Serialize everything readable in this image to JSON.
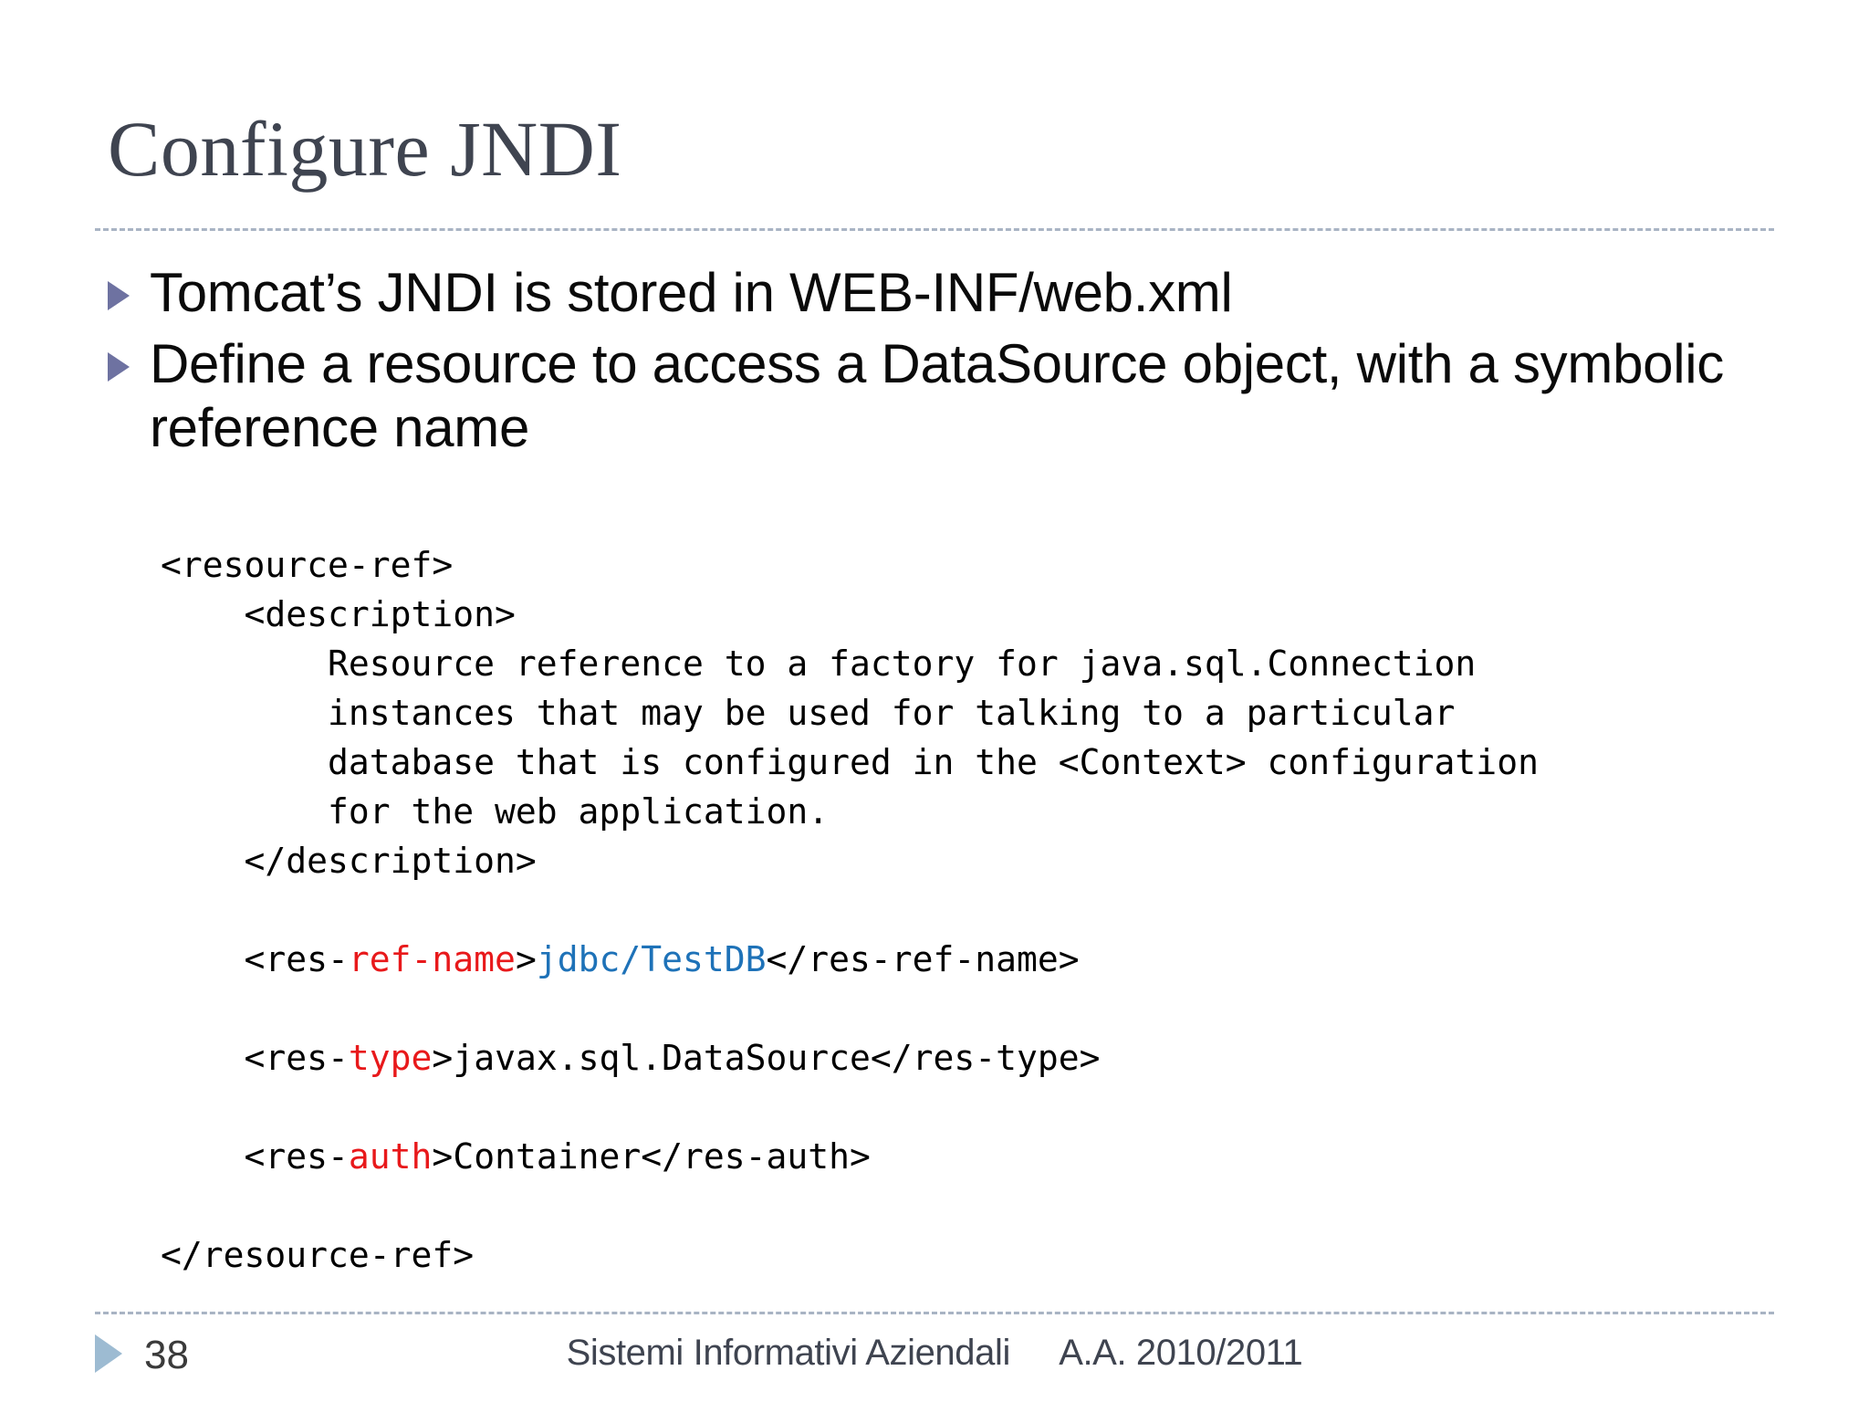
{
  "slide": {
    "title": "Configure JNDI",
    "bullets": [
      "Tomcat’s JNDI is stored in WEB-INF/web.xml",
      "Define a resource to access a DataSource object, with a symbolic reference name"
    ],
    "code_lines": [
      {
        "kind": "plain",
        "text": "<resource-ref>"
      },
      {
        "kind": "plain",
        "text": "    <description>"
      },
      {
        "kind": "plain",
        "text": "        Resource reference to a factory for java.sql.Connection"
      },
      {
        "kind": "plain",
        "text": "        instances that may be used for talking to a particular"
      },
      {
        "kind": "plain",
        "text": "        database that is configured in the <Context> configuration"
      },
      {
        "kind": "plain",
        "text": "        for the web application."
      },
      {
        "kind": "plain",
        "text": "    </description>"
      },
      {
        "kind": "blank",
        "text": ""
      },
      {
        "kind": "rich",
        "pre": "    <res-",
        "red": "ref-name",
        "mid": ">",
        "blue": "jdbc/TestDB",
        "post": "</res-ref-name>"
      },
      {
        "kind": "blank",
        "text": ""
      },
      {
        "kind": "rich",
        "pre": "    <res-",
        "red": "type",
        "mid": ">",
        "blue": "",
        "post": "javax.sql.DataSource</res-type>"
      },
      {
        "kind": "blank",
        "text": ""
      },
      {
        "kind": "rich",
        "pre": "    <res-",
        "red": "auth",
        "mid": ">",
        "blue": "",
        "post": "Container</res-auth>"
      },
      {
        "kind": "blank",
        "text": ""
      },
      {
        "kind": "plain",
        "text": "</resource-ref>"
      }
    ],
    "footer": {
      "page_number": "38",
      "course": "Sistemi Informativi Aziendali",
      "academic_year": "A.A. 2010/2011"
    },
    "colors": {
      "title": "#3F4450",
      "bullet_marker": "#6E72A1",
      "footer_marker": "#9DBBD2",
      "rule": "#A9B4C4",
      "code_keyword": "#E8191B",
      "code_value": "#1E72B8",
      "body_text": "#0A0A0A",
      "background": "#FFFFFF"
    }
  }
}
